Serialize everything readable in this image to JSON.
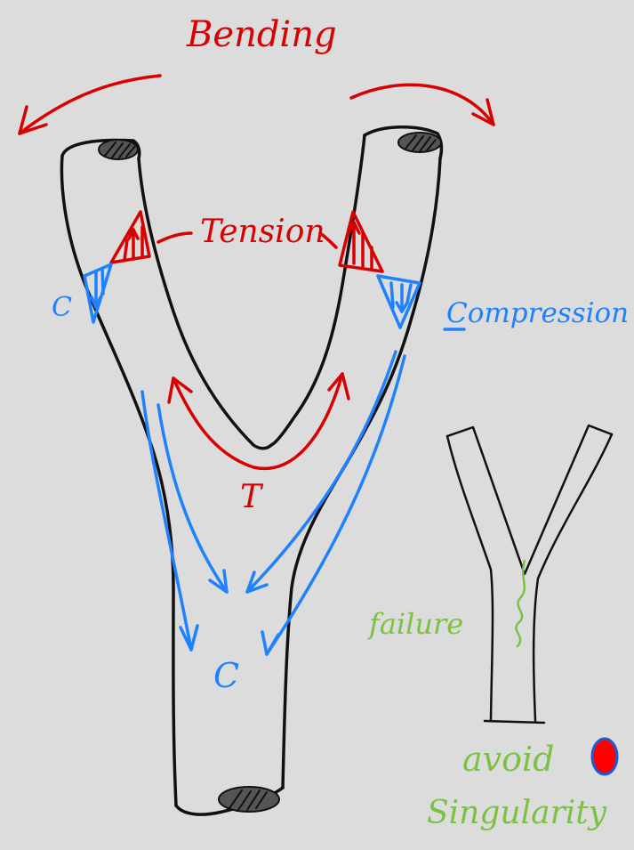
{
  "labels": {
    "bending": "Bending",
    "tension": "Tension",
    "compression": "Compression",
    "c_left": "C",
    "t_bottom": "T",
    "c_bottom": "C",
    "failure": "failure",
    "avoid": "avoid",
    "singularity": "Singularity"
  },
  "colors": {
    "background": "#dcdcdc",
    "outline": "#111111",
    "bending_tension": "#d80000",
    "compression": "#1e82ff",
    "failure_annotation": "#7cc242",
    "singularity_dot_fill": "#ff0000",
    "singularity_dot_stroke": "#1e5ad6"
  }
}
